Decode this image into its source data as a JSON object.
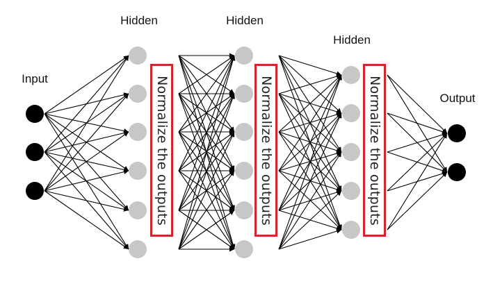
{
  "layers": [
    {
      "label": "Input",
      "count": 3,
      "color": "#000000"
    },
    {
      "label": "Hidden",
      "count": 6,
      "color": "#c7c7c7"
    },
    {
      "label": "Hidden",
      "count": 6,
      "color": "#c7c7c7"
    },
    {
      "label": "Hidden",
      "count": 5,
      "color": "#c7c7c7"
    },
    {
      "label": "Output",
      "count": 2,
      "color": "#000000"
    }
  ],
  "normalize_label": "Normalize the outputs",
  "normalize_after_layers": [
    1,
    2,
    3
  ],
  "colors": {
    "normalize_border": "#d0262d",
    "edge": "#000000"
  }
}
